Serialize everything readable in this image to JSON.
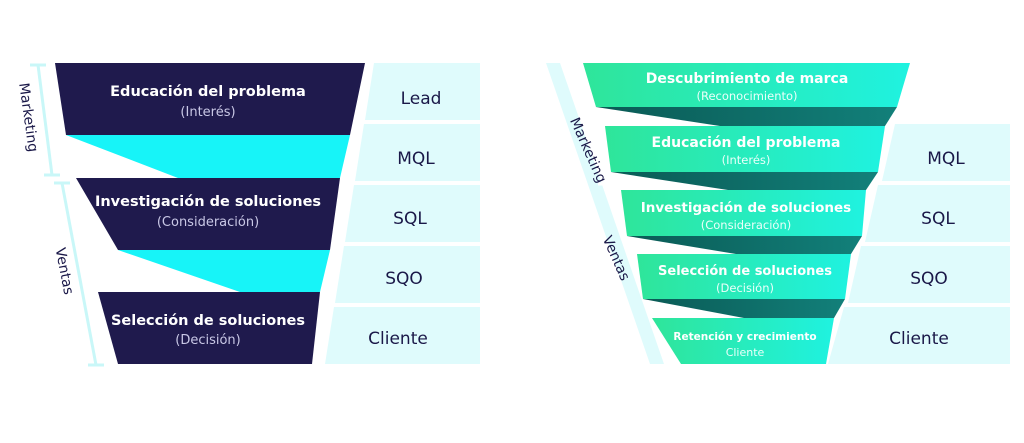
{
  "left_funnel": {
    "steps": [
      {
        "title": "Educación del problema",
        "subtitle": "(Interés)"
      },
      {
        "title": "Investigación de soluciones",
        "subtitle": "(Consideración)"
      },
      {
        "title": "Selección de soluciones",
        "subtitle": "(Decisión)"
      }
    ],
    "stages": [
      "Lead",
      "MQL",
      "SQL",
      "SQO",
      "Cliente"
    ],
    "side_labels": [
      "Marketing",
      "Ventas"
    ]
  },
  "right_funnel": {
    "steps": [
      {
        "title": "Descubrimiento de marca",
        "subtitle": "(Reconocimiento)"
      },
      {
        "title": "Educación del problema",
        "subtitle": "(Interés)"
      },
      {
        "title": "Investigación de soluciones",
        "subtitle": "(Consideración)"
      },
      {
        "title": "Selección de soluciones",
        "subtitle": "(Decisión)"
      },
      {
        "title": "Retención y crecimiento",
        "subtitle": "Cliente"
      }
    ],
    "stages": [
      "MQL",
      "SQL",
      "SQO",
      "Cliente"
    ],
    "side_labels": [
      "Marketing",
      "Ventas"
    ]
  },
  "colors": {
    "navy": "#1f1a4d",
    "cyan": "#17f4f8",
    "stage_bg": "#dffbfc",
    "stage_text": "#1a1848",
    "green_start": "#2fe59a",
    "green_end": "#1ff2e0",
    "dark_teal": "#0f6f6a",
    "bracket": "#c9f7f8"
  }
}
